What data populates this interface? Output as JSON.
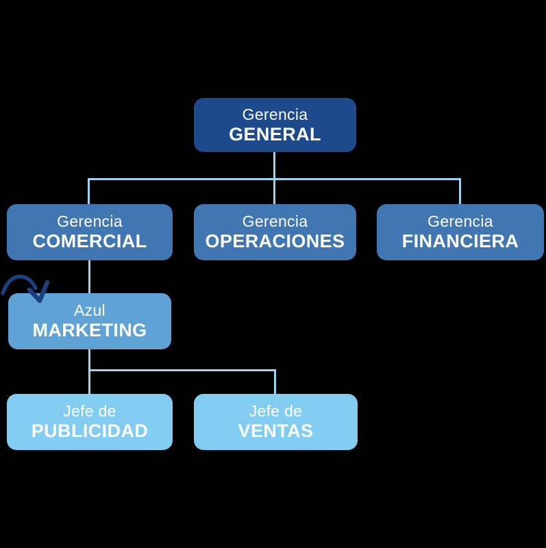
{
  "org": {
    "root": {
      "line1": "Gerencia",
      "line2": "GENERAL"
    },
    "level2": [
      {
        "line1": "Gerencia",
        "line2": "COMERCIAL"
      },
      {
        "line1": "Gerencia",
        "line2": "OPERACIONES"
      },
      {
        "line1": "Gerencia",
        "line2": "FINANCIERA"
      }
    ],
    "level3": {
      "line1": "Azul",
      "line2": "MARKETING"
    },
    "level4": [
      {
        "line1": "Jefe de",
        "line2": "PUBLICIDAD"
      },
      {
        "line1": "Jefe de",
        "line2": "VENTAS"
      }
    ]
  },
  "icons": {
    "arrow": "hand-drawn-curved-arrow"
  },
  "colors": {
    "navy": "#1c4a8c",
    "mid_blue": "#4077b2",
    "sky_blue": "#5ea2d6",
    "light_blue": "#82ccf2",
    "connector": "#9cd3f1",
    "arrow": "#1d3f7d",
    "text": "#ffffff",
    "bg": "#000000"
  }
}
